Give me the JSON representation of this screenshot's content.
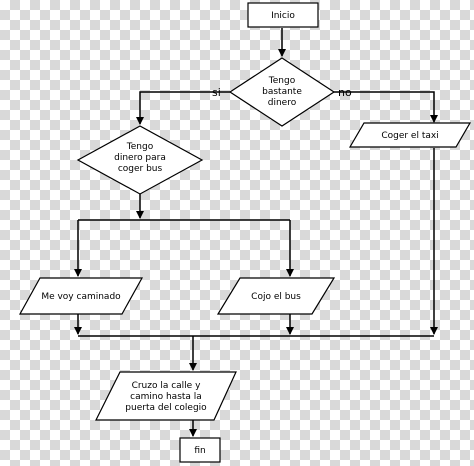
{
  "nodes": {
    "start": "Inicio",
    "decision_money": [
      "Tengo",
      "bastante",
      "dinero"
    ],
    "take_taxi": "Coger el taxi",
    "decision_bus": [
      "Tengo",
      "dinero para",
      "coger bus"
    ],
    "walk": "Me voy caminado",
    "take_bus": "Cojo el bus",
    "cross_street": [
      "Cruzo la calle y",
      "camino hasta la",
      "puerta del colegio"
    ],
    "end": "fin"
  },
  "branches": {
    "yes": "si",
    "no": "no"
  }
}
